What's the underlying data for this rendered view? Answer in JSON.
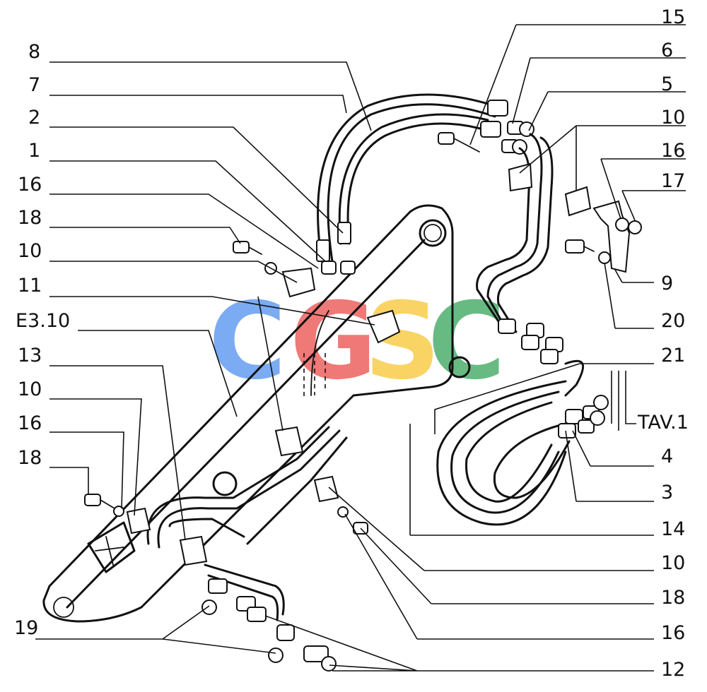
{
  "watermark": {
    "letters": [
      "C",
      "G",
      "S",
      "C"
    ],
    "colors": [
      "#4f8ff0",
      "#ea4d4a",
      "#f7c531",
      "#36a35a"
    ]
  },
  "labels_left": [
    "8",
    "7",
    "2",
    "1",
    "16",
    "18",
    "10",
    "11",
    "E3.10",
    "13",
    "10",
    "16",
    "18",
    "19"
  ],
  "labels_right": [
    "15",
    "6",
    "5",
    "10",
    "16",
    "17",
    "9",
    "20",
    "21",
    "TAV.1",
    "4",
    "3",
    "14",
    "10",
    "18",
    "16",
    "12"
  ]
}
